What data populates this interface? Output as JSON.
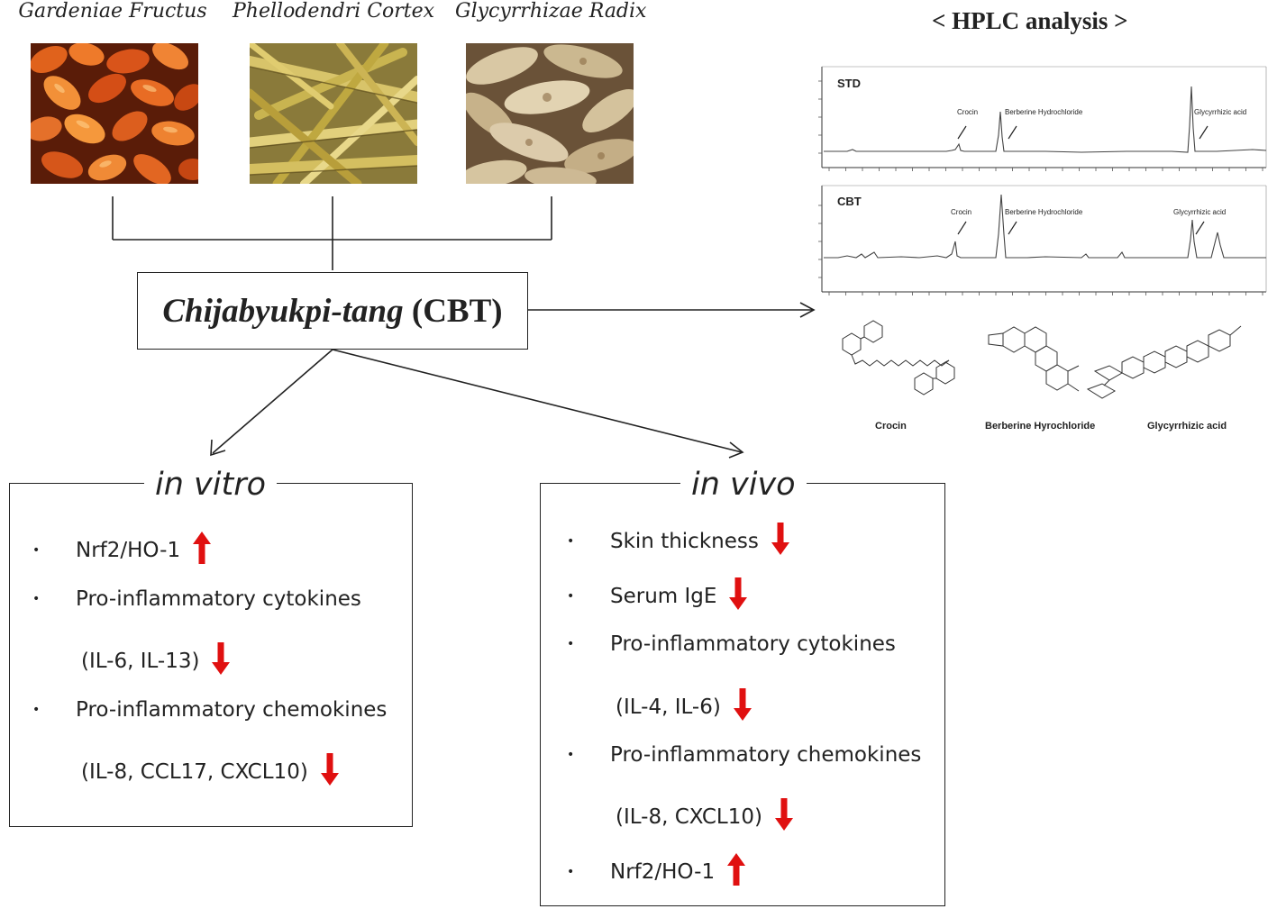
{
  "herbs": [
    {
      "name": "Gardeniae Fructus"
    },
    {
      "name": "Phellodendri Cortex"
    },
    {
      "name": "Glycyrrhizae Radix"
    }
  ],
  "cbt": {
    "name_italic": "Chijabyukpi-tang",
    "abbr": "(CBT)"
  },
  "hplc": {
    "title": "< HPLC analysis >",
    "std_label": "STD",
    "cbt_label": "CBT",
    "peaks": [
      "Crocin",
      "Berberine Hydrochloride",
      "Glycyrrhizic acid"
    ],
    "compounds": [
      "Crocin",
      "Berberine Hyrochloride",
      "Glycyrrhizic acid"
    ]
  },
  "in_vitro": {
    "title": "in vitro",
    "items": [
      {
        "text": "Nrf2/HO-1",
        "bullet": true,
        "dir": "up"
      },
      {
        "text": "Pro-inflammatory cytokines",
        "bullet": true,
        "dir": ""
      },
      {
        "text": "(IL-6, IL-13)",
        "bullet": false,
        "dir": "down"
      },
      {
        "text": "Pro-inflammatory chemokines",
        "bullet": true,
        "dir": ""
      },
      {
        "text": "(IL-8, CCL17, CXCL10)",
        "bullet": false,
        "dir": "down"
      }
    ]
  },
  "in_vivo": {
    "title": "in vivo",
    "items": [
      {
        "text": "Skin thickness",
        "bullet": true,
        "dir": "down"
      },
      {
        "text": "Serum IgE",
        "bullet": true,
        "dir": "down"
      },
      {
        "text": "Pro-inflammatory cytokines",
        "bullet": true,
        "dir": ""
      },
      {
        "text": "(IL-4, IL-6)",
        "bullet": false,
        "dir": "down"
      },
      {
        "text": "Pro-inflammatory chemokines",
        "bullet": true,
        "dir": ""
      },
      {
        "text": "(IL-8, CXCL10)",
        "bullet": false,
        "dir": "down"
      },
      {
        "text": "Nrf2/HO-1",
        "bullet": true,
        "dir": "up"
      }
    ]
  },
  "colors": {
    "indicator": "#e01010",
    "line": "#222222"
  }
}
